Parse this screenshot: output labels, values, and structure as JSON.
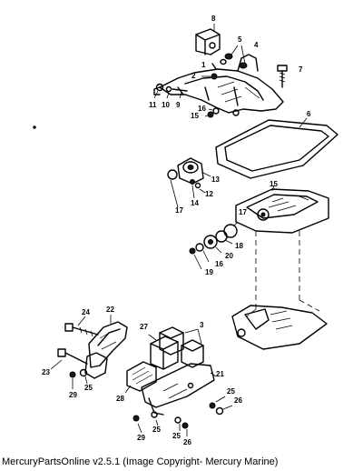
{
  "callouts": {
    "c1": "1",
    "c2": "2",
    "c3": "3",
    "c4": "4",
    "c5": "5",
    "c6": "6",
    "c7": "7",
    "c8": "8",
    "c9": "9",
    "c10": "10",
    "c11": "11",
    "c12": "12",
    "c13": "13",
    "c14": "14",
    "c15a": "15",
    "c15b": "15",
    "c16a": "16",
    "c16b": "16",
    "c17a": "17",
    "c17b": "17",
    "c18": "18",
    "c19": "19",
    "c20": "20",
    "c21": "21",
    "c22": "22",
    "c23": "23",
    "c24": "24",
    "c25a": "25",
    "c25b": "25",
    "c25c": "25",
    "c25d": "25",
    "c26a": "26",
    "c26b": "26",
    "c27": "27",
    "c28": "28",
    "c29a": "29",
    "c29b": "29"
  },
  "footer": "MercuryPartsOnline v2.5.1 (Image Copyright- Mercury Marine)"
}
